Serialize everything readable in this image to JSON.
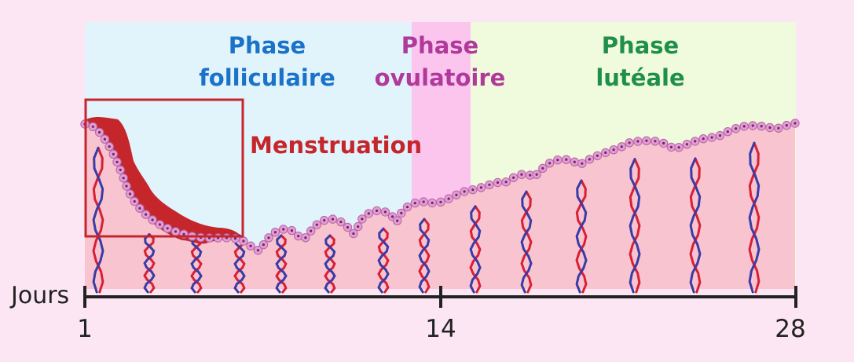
{
  "colors": {
    "background": "#fde6f4",
    "follicular_bg": "#e1f3fb",
    "ovulatory_bg": "#fbc5ee",
    "luteal_bg": "#effbdc",
    "tissue": "#f7c4cf",
    "epithelium": "#e59bd7",
    "menstrual_blood": "#c5262c",
    "artery_red": "#d81f35",
    "vein_blue": "#3a3ba6",
    "follicular_text": "#1a73c9",
    "ovulatory_text": "#b03a9b",
    "luteal_text": "#1f8f4a",
    "axis": "#222222"
  },
  "phases": [
    {
      "line1": "Phase",
      "line2": "folliculaire"
    },
    {
      "line1": "Phase",
      "line2": "ovulatoire"
    },
    {
      "line1": "Phase",
      "line2": "lutéale"
    }
  ],
  "menstruation_label": "Menstruation",
  "axis": {
    "title": "Jours",
    "ticks": [
      "1",
      "14",
      "28"
    ]
  }
}
